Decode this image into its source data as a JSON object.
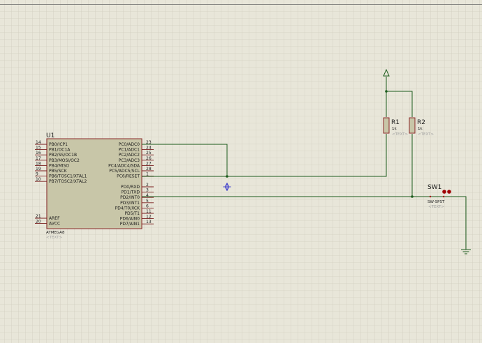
{
  "colors": {
    "sheet_background": "#e8e6d9",
    "grid": "#c9c7b8",
    "wire": "#1d5c1d",
    "component_fill": "#c8c6a8",
    "component_outline": "#8b2a2a",
    "pin": "#7a1f1f",
    "switch_contact": "#a00000",
    "cursor_marker": "#3a3acc"
  },
  "u1": {
    "ref": "U1",
    "part": "ATMEGA8",
    "text_placeholder": "<TEXT>",
    "left_pins": [
      {
        "num": "14",
        "label": "PB0/ICP1"
      },
      {
        "num": "15",
        "label": "PB1/OC1A"
      },
      {
        "num": "16",
        "label": "PB2/SS/OC1B"
      },
      {
        "num": "17",
        "label": "PB3/MOSI/OC2"
      },
      {
        "num": "18",
        "label": "PB4/MISO"
      },
      {
        "num": "19",
        "label": "PB5/SCK"
      },
      {
        "num": "9",
        "label": "PB6/TOSC1/XTAL1"
      },
      {
        "num": "10",
        "label": "PB7/TOSC2/XTAL2"
      }
    ],
    "left_power_pins": [
      {
        "num": "21",
        "label": "AREF"
      },
      {
        "num": "20",
        "label": "AVCC"
      }
    ],
    "right_pins": [
      {
        "num": "23",
        "label": "PC0/ADC0"
      },
      {
        "num": "24",
        "label": "PC1/ADC1"
      },
      {
        "num": "25",
        "label": "PC2/ADC2"
      },
      {
        "num": "26",
        "label": "PC3/ADC3"
      },
      {
        "num": "27",
        "label": "PC4/ADC4/SDA"
      },
      {
        "num": "28",
        "label": "PC5/ADC5/SCL"
      },
      {
        "num": "1",
        "label": "PC6/RESET"
      }
    ],
    "right_pins_d": [
      {
        "num": "2",
        "label": "PD0/RXD"
      },
      {
        "num": "3",
        "label": "PD1/TXD"
      },
      {
        "num": "4",
        "label": "PD2/INT0"
      },
      {
        "num": "5",
        "label": "PD3/INT1"
      },
      {
        "num": "6",
        "label": "PD4/T0/XCK"
      },
      {
        "num": "11",
        "label": "PD5/T1"
      },
      {
        "num": "12",
        "label": "PD6/AIN0"
      },
      {
        "num": "13",
        "label": "PD7/AIN1"
      }
    ]
  },
  "r1": {
    "ref": "R1",
    "value": "1k",
    "text_placeholder": "<TEXT>"
  },
  "r2": {
    "ref": "R2",
    "value": "1k",
    "text_placeholder": "<TEXT>"
  },
  "sw1": {
    "ref": "SW1",
    "part": "SW-SPST",
    "text_placeholder": "<TEXT>"
  }
}
